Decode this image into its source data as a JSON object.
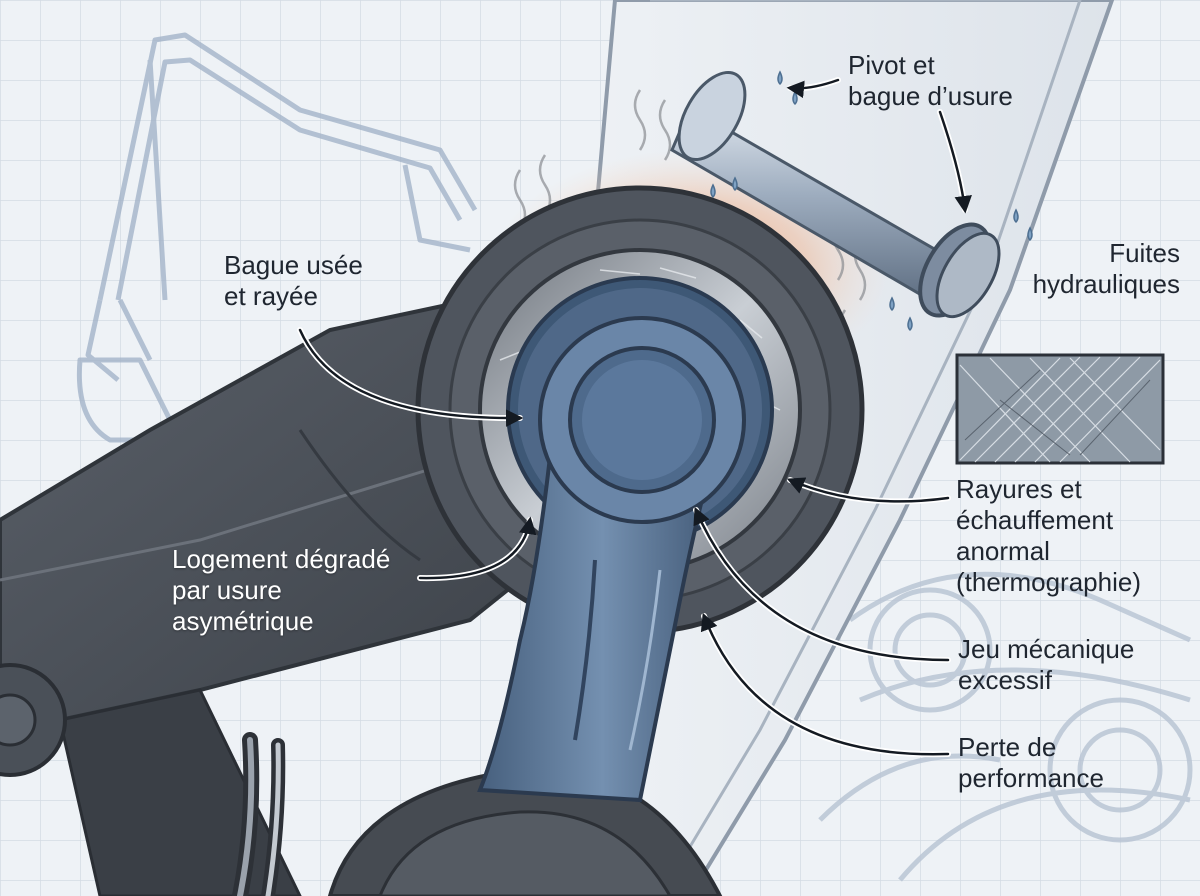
{
  "labels": {
    "pivot": [
      "Pivot et",
      "bague d’usure"
    ],
    "fuites": [
      "Fuites",
      "hydrauliques"
    ],
    "bague_usee": [
      "Bague usée",
      "et rayée"
    ],
    "logement": [
      "Logement dégradé",
      "par usure",
      "asymétrique"
    ],
    "rayures": [
      "Rayures et",
      "échauffement",
      "anormal",
      "(thermographie)"
    ],
    "jeu": [
      "Jeu mécanique",
      "excessif"
    ],
    "perte": [
      "Perte de",
      "performance"
    ]
  },
  "colors": {
    "background": "#eef2f6",
    "grid": "#d3dbe4",
    "boom": "#4f555e",
    "link_blue": "#5d7898",
    "heat": "#e8915a",
    "sketch": "#9fb0c6"
  }
}
